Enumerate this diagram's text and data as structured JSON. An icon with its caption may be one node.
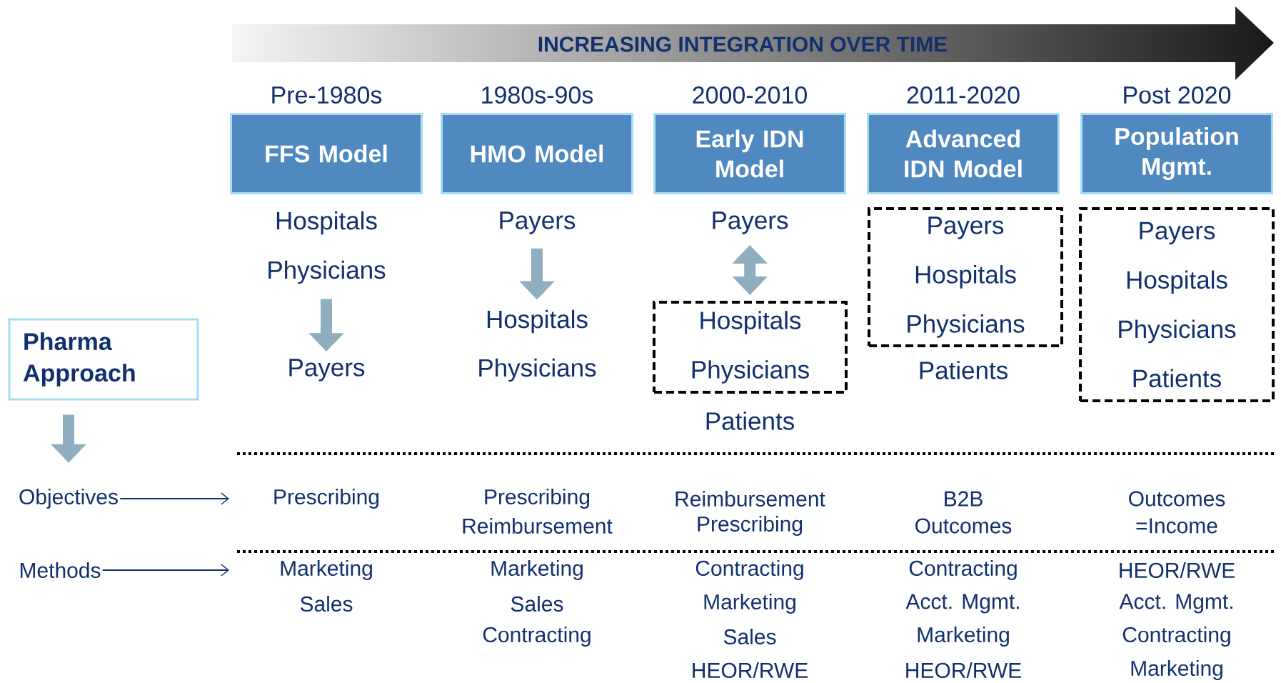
{
  "diagram": {
    "title": "INCREASING INTEGRATION OVER TIME",
    "nodes": [
      {
        "text": [
          "Pre-1980s",
          "FFS Model"
        ]
      },
      {
        "text": [
          "1980s-90s",
          "HMO Model"
        ]
      },
      {
        "text": [
          "2000-2010",
          "Early IDN Model"
        ]
      },
      {
        "text": [
          "2011-2020",
          "Advanced IDN Model"
        ]
      },
      {
        "text": [
          "Post 2020",
          "Population Mgmt."
        ]
      },
      {
        "text": [
          "Hospitals"
        ]
      },
      {
        "text": [
          "Physicians"
        ]
      },
      {
        "text": [
          "Payers"
        ]
      },
      {
        "text": [
          "Payers"
        ]
      },
      {
        "text": [
          "Hospitals"
        ]
      },
      {
        "text": [
          "Physicians"
        ]
      },
      {
        "text": [
          "Payers"
        ]
      },
      {
        "text": [
          "Hospitals",
          "Physicians"
        ]
      },
      {
        "text": [
          "Patients"
        ]
      },
      {
        "text": [
          "Payers",
          "Hospitals",
          "Physicians"
        ]
      },
      {
        "text": [
          "Patients"
        ]
      },
      {
        "text": [
          "Payers",
          "Hospitals",
          "Physicians",
          "Patients"
        ]
      },
      {
        "text": [
          "Pharma Approach"
        ]
      },
      {
        "text": [
          "Objectives"
        ]
      },
      {
        "text": [
          "Methods"
        ]
      }
    ],
    "edges": [
      {
        "from": 6,
        "to": 7,
        "arrow": "to"
      },
      {
        "from": 8,
        "to": 9,
        "arrow": "to"
      },
      {
        "from": 11,
        "to": 12,
        "arrow": "both"
      },
      {
        "from": 17,
        "to": 18,
        "arrow": "to"
      },
      {
        "from": 18,
        "to": null,
        "arrow": "to",
        "color": "#13306e"
      },
      {
        "from": 19,
        "to": null,
        "arrow": "to",
        "color": "#13306e"
      }
    ],
    "labels": [
      "Prescribing",
      "Prescribing",
      "Reimbursement",
      "Reimbursement",
      "Prescribing",
      "B2B",
      "Outcomes",
      "Outcomes",
      "=Income",
      "Marketing",
      "Sales",
      "Marketing",
      "Sales",
      "Contracting",
      "Contracting",
      "Marketing",
      "Sales",
      "HEOR/RWE",
      "Contracting",
      "Acct. Mgmt.",
      "Marketing",
      "HEOR/RWE",
      "HEOR/RWE",
      "Acct. Mgmt.",
      "Contracting",
      "Marketing"
    ]
  }
}
